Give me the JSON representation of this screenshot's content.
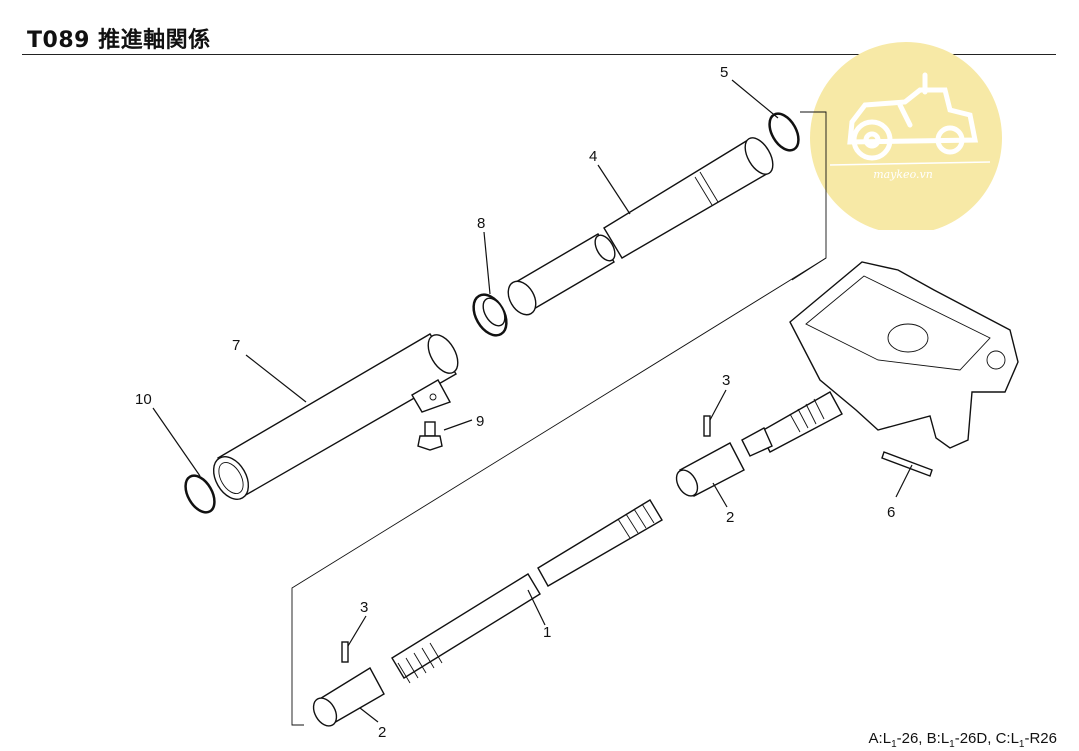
{
  "header": {
    "title": "T089 推進軸関係"
  },
  "callouts": [
    "1",
    "2",
    "2",
    "3",
    "3",
    "4",
    "5",
    "6",
    "7",
    "8",
    "9",
    "10"
  ],
  "model_note": {
    "prefix_a": "A:L",
    "suffix_a": "-26, ",
    "prefix_b": "B:L",
    "suffix_b": "-26D, ",
    "prefix_c": "C:L",
    "suffix_c": "-R26",
    "sub": "1"
  },
  "watermark": {
    "text": "maykeo.vn",
    "color": "#f7e9a6",
    "icon": "tractor-icon"
  }
}
